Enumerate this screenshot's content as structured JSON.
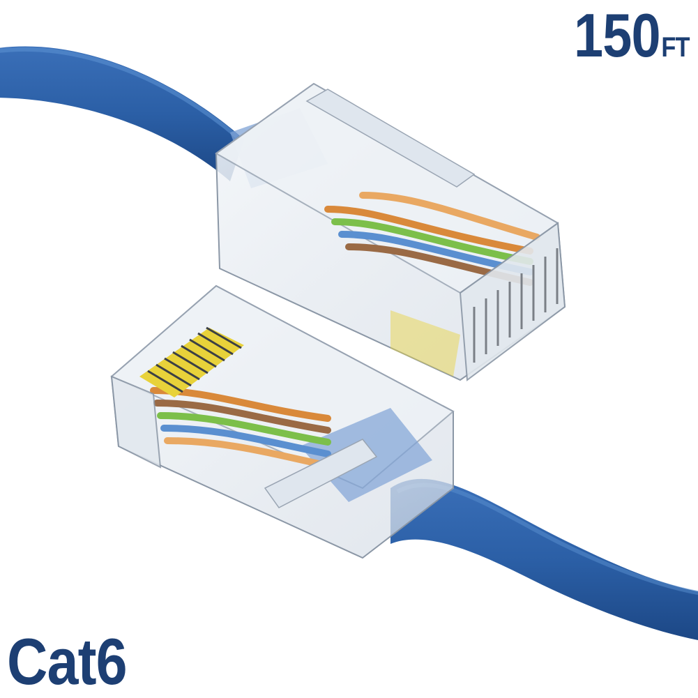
{
  "product": {
    "length_value": "150",
    "length_unit": "FT",
    "category": "Cat6"
  },
  "colors": {
    "cable_blue": "#2b5fa6",
    "cable_blue_dark": "#1f4c8c",
    "label_navy": "#1d3f73",
    "contact_gold": "#e8d23a",
    "wire_orange": "#d9893a",
    "wire_green": "#7cbf4a",
    "wire_blue": "#5a8fd0",
    "wire_brown": "#9a6a45"
  },
  "icons": [
    "rj45-connector-upper-icon",
    "rj45-connector-lower-icon",
    "network-cable-icon"
  ]
}
